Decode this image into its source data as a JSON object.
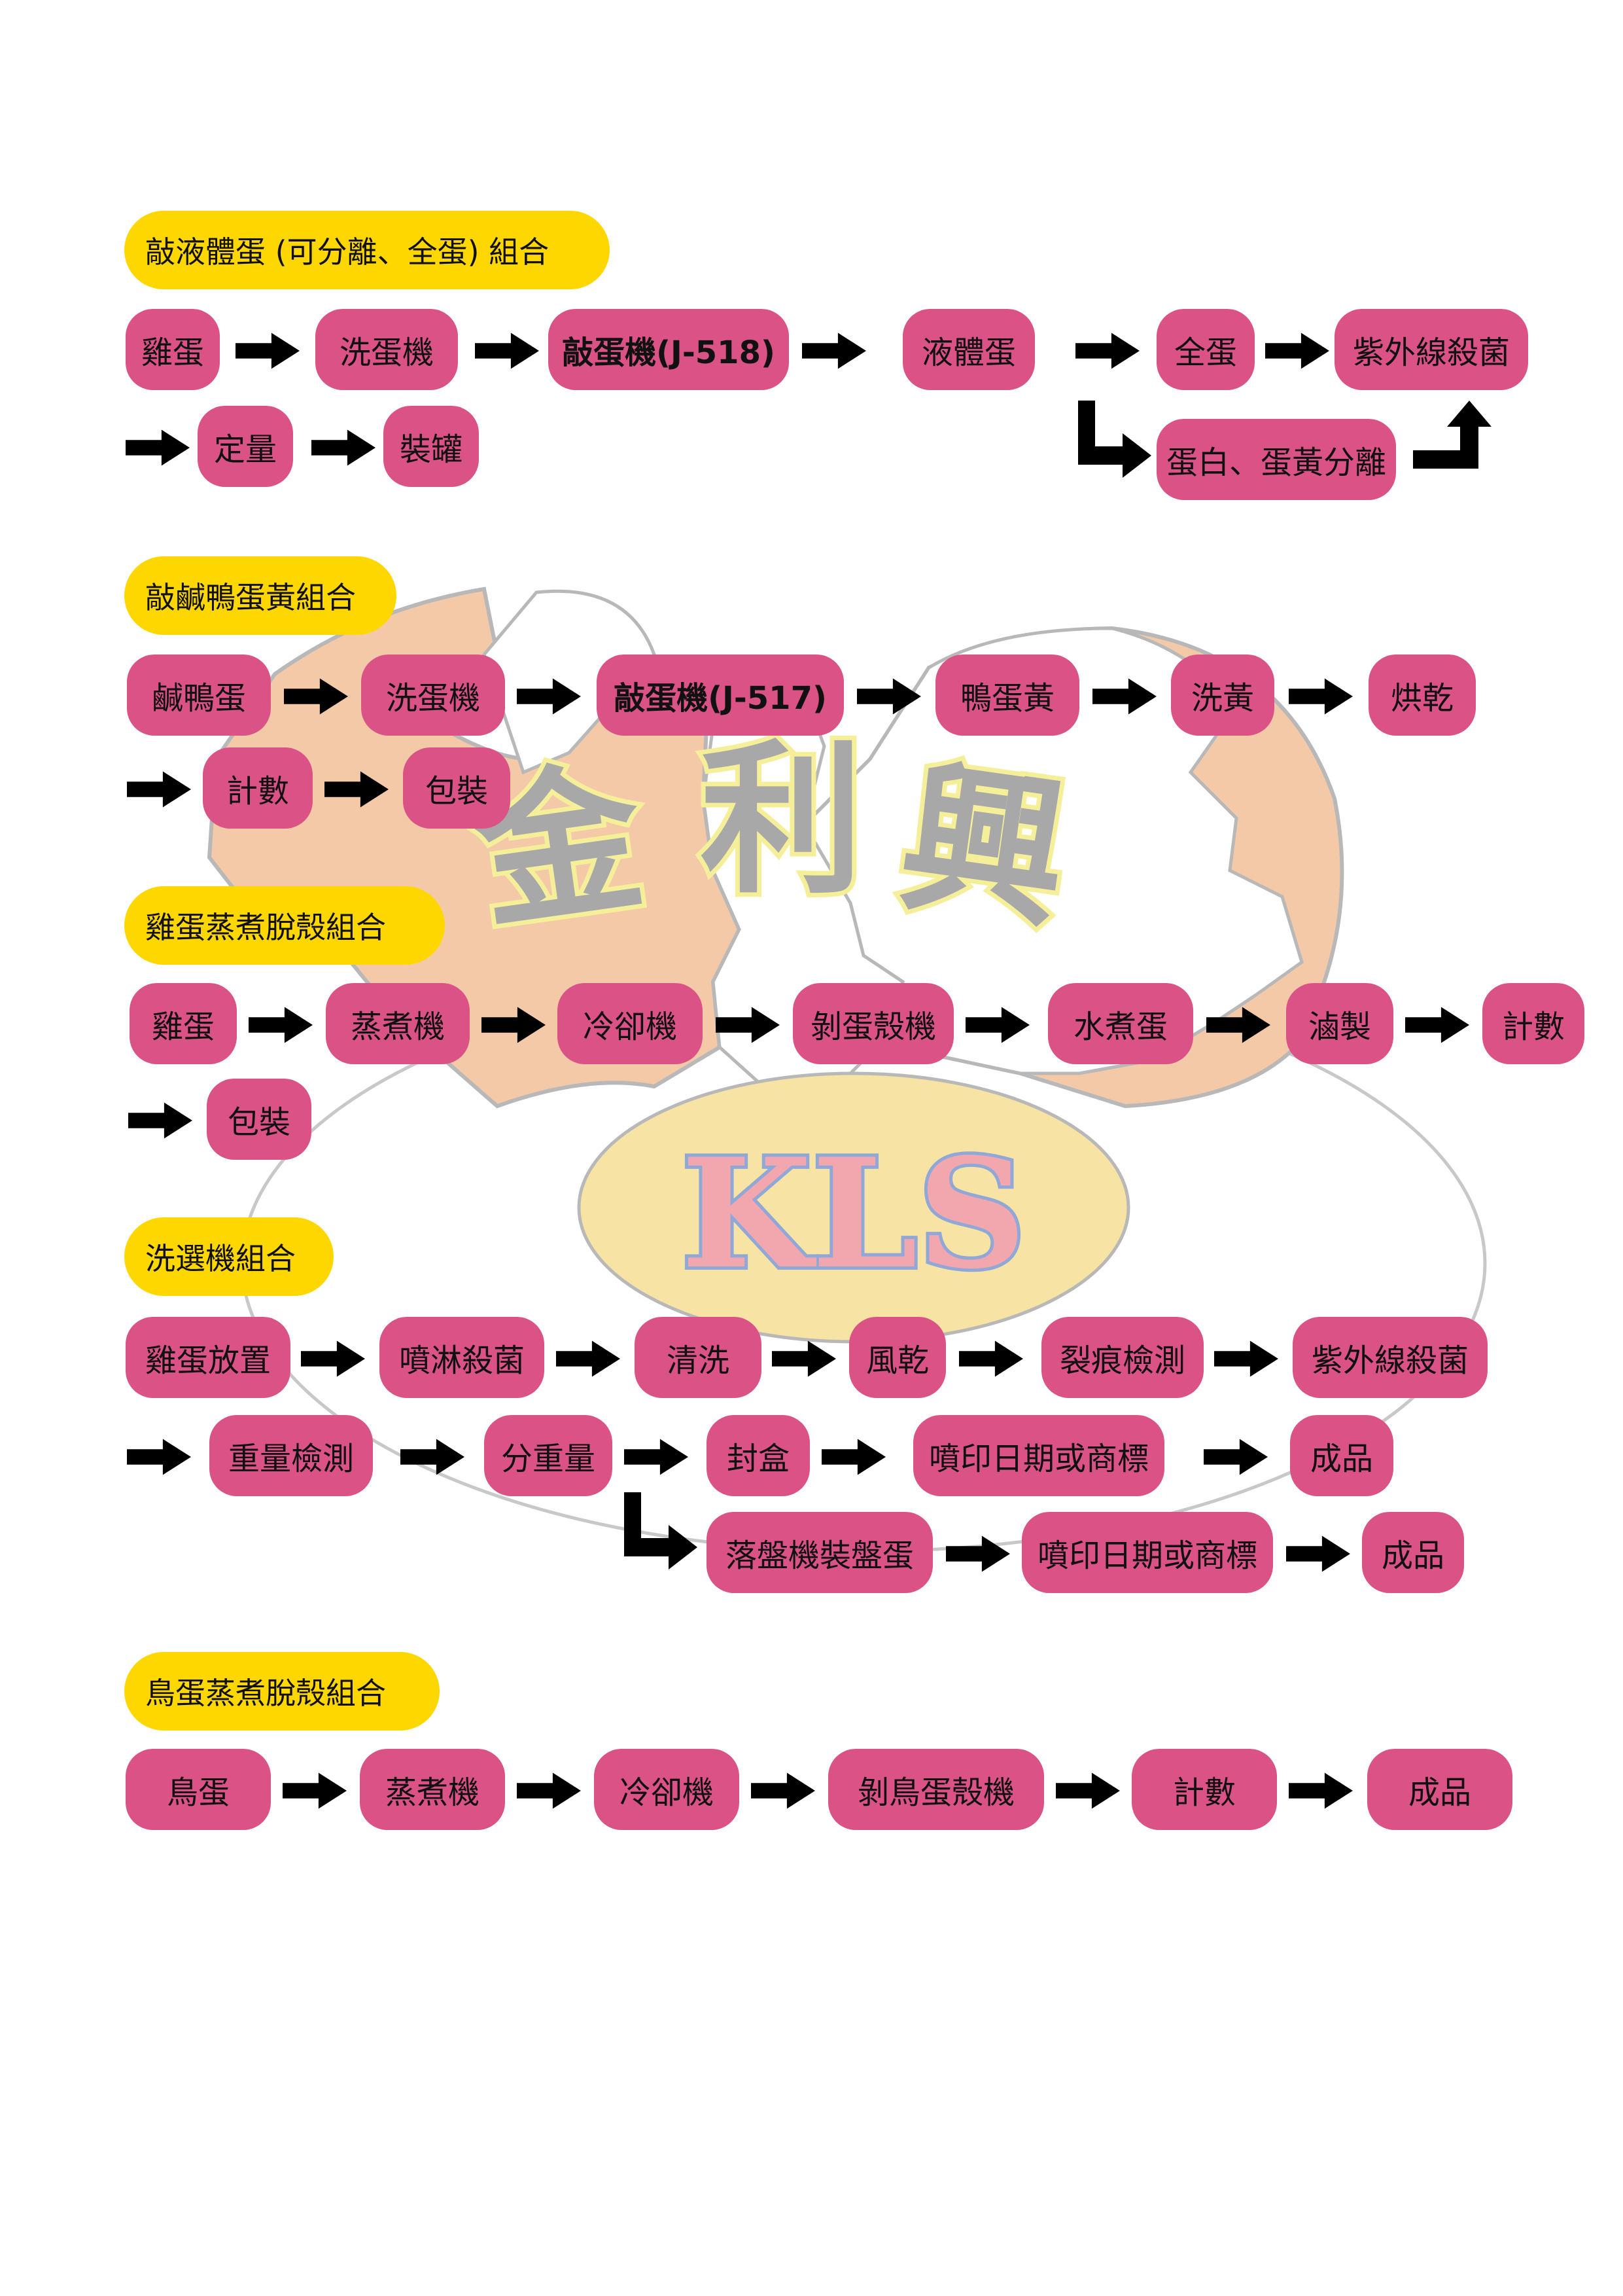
{
  "logo": {
    "cn_text": "金利興",
    "en_text": "KLS"
  },
  "colors": {
    "section_bg": "#FFD700",
    "box_bg": "#DA5286",
    "arrow": "#000000",
    "egg_shell": "#F4C9A8",
    "yolk": "#F7E3A4"
  },
  "sections": [
    {
      "title": "敲液體蛋 (可分離、全蛋) 組合",
      "steps": [
        "雞蛋",
        "洗蛋機",
        "敲蛋機(J-518)",
        "液體蛋",
        "全蛋",
        "紫外線殺菌",
        "定量",
        "裝罐"
      ],
      "branch": [
        "蛋白、蛋黃分離"
      ]
    },
    {
      "title": "敲鹹鴨蛋黃組合",
      "steps": [
        "鹹鴨蛋",
        "洗蛋機",
        "敲蛋機(J-517)",
        "鴨蛋黃",
        "洗黃",
        "烘乾",
        "計數",
        "包裝"
      ]
    },
    {
      "title": "雞蛋蒸煮脫殼組合",
      "steps": [
        "雞蛋",
        "蒸煮機",
        "冷卻機",
        "剝蛋殼機",
        "水煮蛋",
        "滷製",
        "計數",
        "包裝"
      ]
    },
    {
      "title": "洗選機組合",
      "steps": [
        "雞蛋放置",
        "噴淋殺菌",
        "清洗",
        "風乾",
        "裂痕檢測",
        "紫外線殺菌",
        "重量檢測",
        "分重量",
        "封盒",
        "噴印日期或商標",
        "成品"
      ],
      "branch": [
        "落盤機裝盤蛋",
        "噴印日期或商標",
        "成品"
      ]
    },
    {
      "title": "鳥蛋蒸煮脫殼組合",
      "steps": [
        "鳥蛋",
        "蒸煮機",
        "冷卻機",
        "剝鳥蛋殼機",
        "計數",
        "成品"
      ]
    }
  ]
}
